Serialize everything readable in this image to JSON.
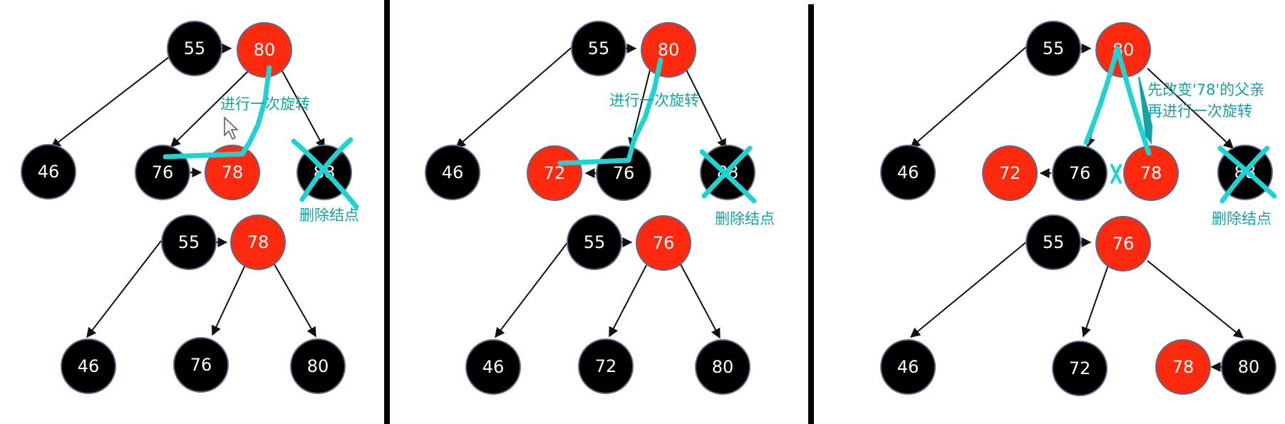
{
  "panels": [
    {
      "top_tree": {
        "nodes": [
          {
            "id": "n55",
            "label": "55",
            "color": "black"
          },
          {
            "id": "n80",
            "label": "80",
            "color": "red"
          },
          {
            "id": "n46",
            "label": "46",
            "color": "black"
          },
          {
            "id": "n76",
            "label": "76",
            "color": "black"
          },
          {
            "id": "n78",
            "label": "78",
            "color": "red"
          },
          {
            "id": "n88",
            "label": "88",
            "color": "black"
          }
        ],
        "annotation": "进行一次旋转",
        "delete_label": "删除结点"
      },
      "bottom_tree": {
        "nodes": [
          {
            "id": "b55",
            "label": "55",
            "color": "black"
          },
          {
            "id": "b78",
            "label": "78",
            "color": "red"
          },
          {
            "id": "b46",
            "label": "46",
            "color": "black"
          },
          {
            "id": "b76",
            "label": "76",
            "color": "black"
          },
          {
            "id": "b80",
            "label": "80",
            "color": "black"
          }
        ]
      }
    },
    {
      "top_tree": {
        "nodes": [
          {
            "id": "n55",
            "label": "55",
            "color": "black"
          },
          {
            "id": "n80",
            "label": "80",
            "color": "red"
          },
          {
            "id": "n46",
            "label": "46",
            "color": "black"
          },
          {
            "id": "n72",
            "label": "72",
            "color": "red"
          },
          {
            "id": "n76",
            "label": "76",
            "color": "black"
          },
          {
            "id": "n88",
            "label": "88",
            "color": "black"
          }
        ],
        "annotation": "进行一次旋转",
        "delete_label": "删除结点"
      },
      "bottom_tree": {
        "nodes": [
          {
            "id": "b55",
            "label": "55",
            "color": "black"
          },
          {
            "id": "b76",
            "label": "76",
            "color": "red"
          },
          {
            "id": "b46",
            "label": "46",
            "color": "black"
          },
          {
            "id": "b72",
            "label": "72",
            "color": "black"
          },
          {
            "id": "b80",
            "label": "80",
            "color": "black"
          }
        ]
      }
    },
    {
      "top_tree": {
        "nodes": [
          {
            "id": "n55",
            "label": "55",
            "color": "black"
          },
          {
            "id": "n80",
            "label": "80",
            "color": "red"
          },
          {
            "id": "n46",
            "label": "46",
            "color": "black"
          },
          {
            "id": "n72",
            "label": "72",
            "color": "red"
          },
          {
            "id": "n76",
            "label": "76",
            "color": "black"
          },
          {
            "id": "n78",
            "label": "78",
            "color": "red"
          },
          {
            "id": "n88",
            "label": "88",
            "color": "black"
          }
        ],
        "annotation_line1": "先改变'78'的父亲",
        "annotation_line2": "再进行一次旋转",
        "delete_label": "删除结点"
      },
      "bottom_tree": {
        "nodes": [
          {
            "id": "b55",
            "label": "55",
            "color": "black"
          },
          {
            "id": "b76",
            "label": "76",
            "color": "red"
          },
          {
            "id": "b46",
            "label": "46",
            "color": "black"
          },
          {
            "id": "b72",
            "label": "72",
            "color": "black"
          },
          {
            "id": "b78",
            "label": "78",
            "color": "red"
          },
          {
            "id": "b80",
            "label": "80",
            "color": "black"
          }
        ]
      }
    }
  ],
  "colors": {
    "red_node": "#ff2a0e",
    "black_node": "#000000",
    "node_border": "#5a6a88",
    "annotation": "#13a3a5",
    "scribble": "#1fd3d3",
    "divider": "#000000"
  }
}
